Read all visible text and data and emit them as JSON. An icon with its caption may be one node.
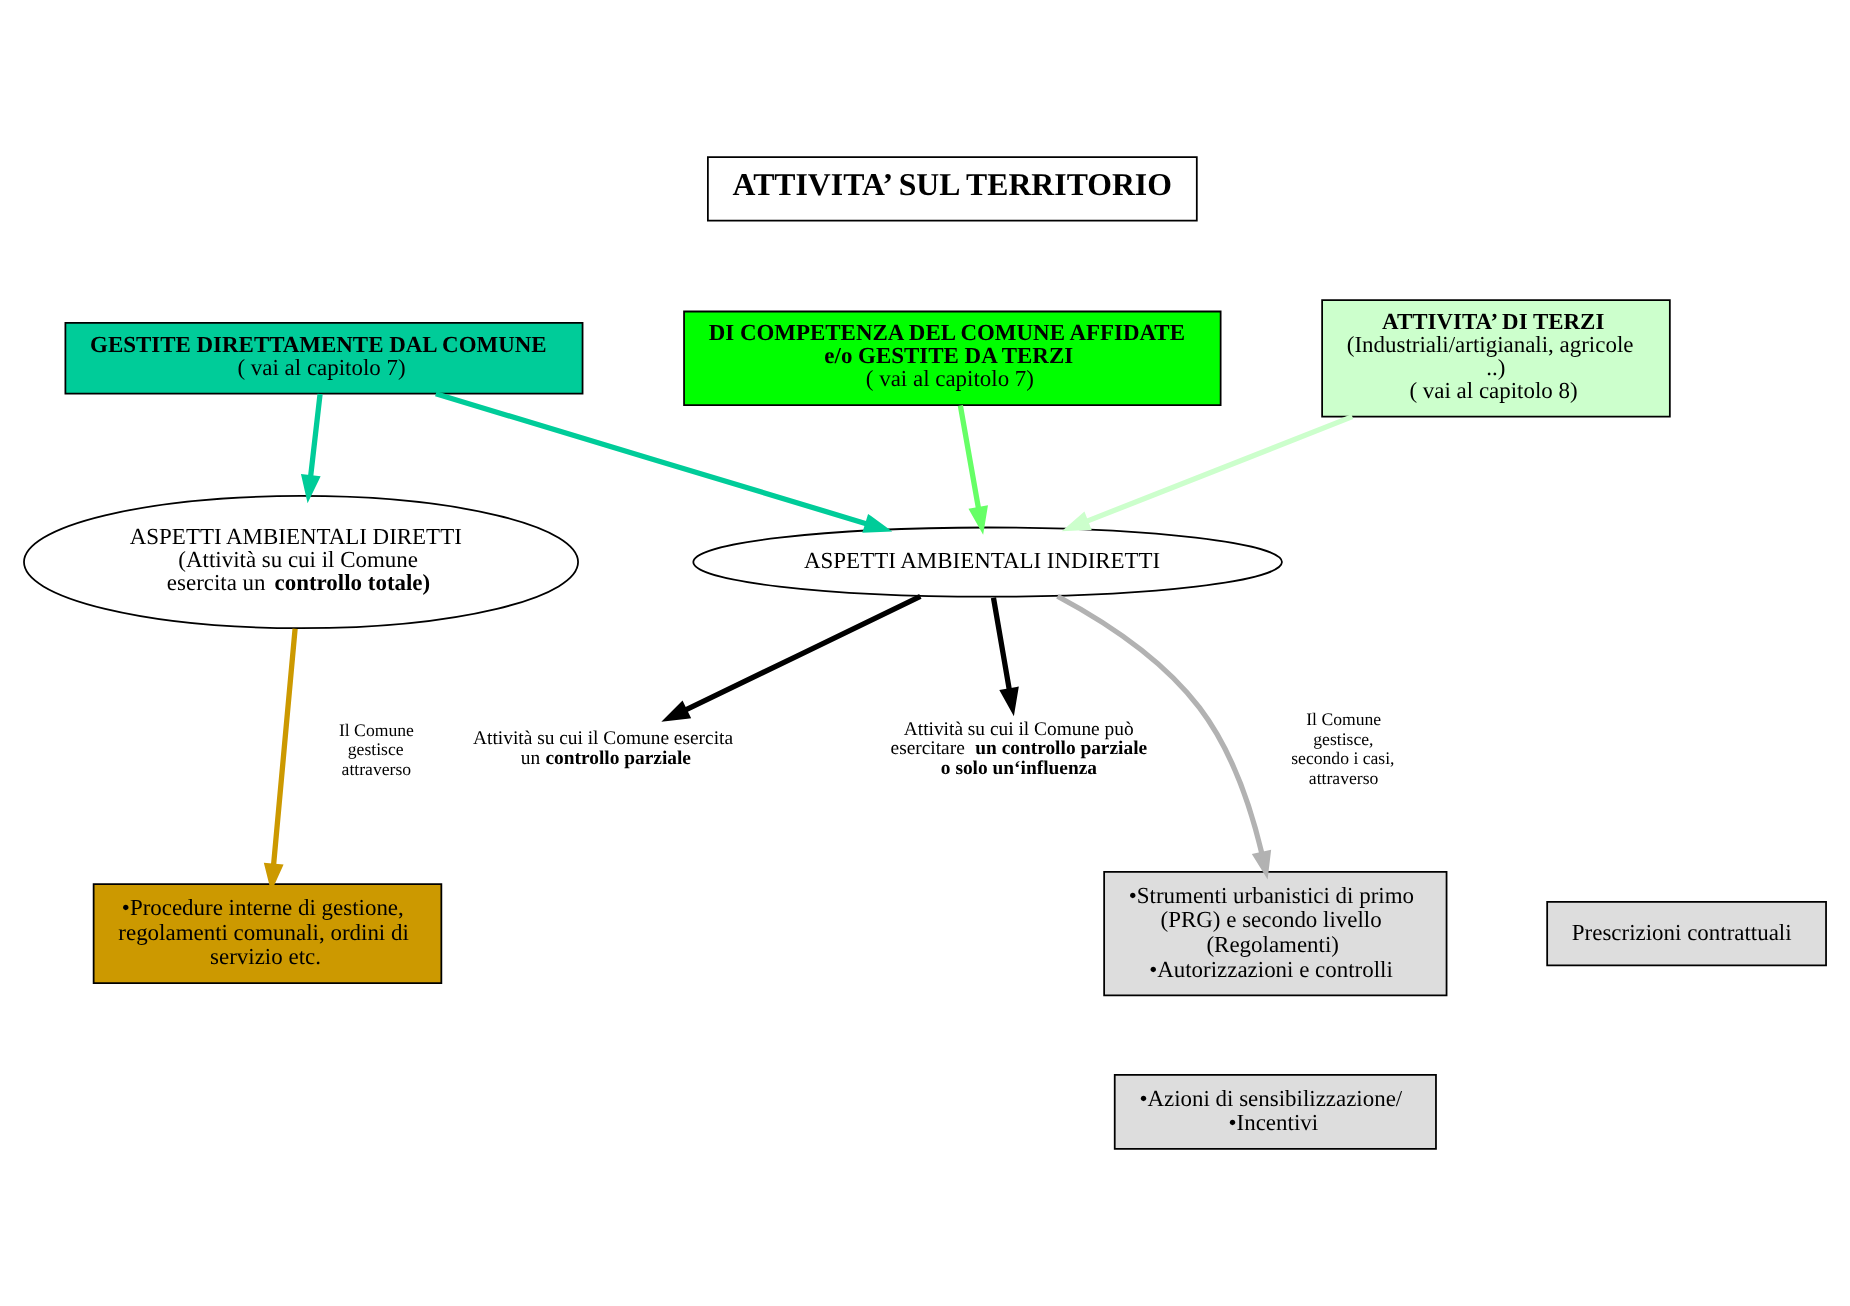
{
  "diagram": {
    "nodes": [
      {
        "text": [
          "ATTIVITA’ SUL TERRITORIO"
        ]
      },
      {
        "text": [
          "GESTITE DIRETTAMENTE DAL COMUNE",
          "( vai al capitolo 7)"
        ]
      },
      {
        "text": [
          "DI COMPETENZA DEL COMUNE AFFIDATE e/o GESTITE DA TERZI",
          "( vai al capitolo 7)"
        ]
      },
      {
        "text": [
          "ATTIVITA’ DI TERZI",
          "(Industriali/artigianali, agricole ..)",
          "( vai al capitolo 8)"
        ]
      },
      {
        "text": [
          "ASPETTI AMBIENTALI INDIRETTI"
        ]
      },
      {
        "text": [
          "Attività su cui il Comune esercita un **controllo parziale**"
        ]
      },
      {
        "text": [
          "Attività su cui il Comune può esercitare **un controllo parziale o solo un‘influenza**"
        ]
      },
      {
        "text": [
          "ASPETTI AMBIENTALI DIRETTI",
          "(Attività su cui il Comune esercita un **controllo totale)**"
        ]
      },
      {
        "text": [
          "•Procedure interne di gestione, regolamenti comunali, ordini di servizio etc."
        ]
      },
      {
        "text": [
          "•Strumenti urbanistici di primo (PRG) e secondo livello (Regolamenti)",
          "•Autorizzazioni e controlli"
        ]
      },
      {
        "text": [
          "Prescrizioni contrattuali"
        ]
      },
      {
        "text": [
          "•Azioni di sensibilizzazione/",
          "•Incentivi"
        ]
      }
    ],
    "edges": [
      {
        "from": 1,
        "to": 7,
        "arrow": "to",
        "color": "#00cc99"
      },
      {
        "from": 1,
        "to": 4,
        "arrow": "to",
        "color": "#00cc99"
      },
      {
        "from": 2,
        "to": 4,
        "arrow": "to",
        "color": "#66ff66"
      },
      {
        "from": 3,
        "to": 4,
        "arrow": "to",
        "color": "#ccffcc"
      },
      {
        "from": 4,
        "to": 5,
        "arrow": "to",
        "color": "#000000"
      },
      {
        "from": 4,
        "to": 6,
        "arrow": "to",
        "color": "#000000"
      },
      {
        "from": 7,
        "to": 8,
        "arrow": "to",
        "color": "#cc9900",
        "label": "Il Comune gestisce attraverso"
      },
      {
        "from": 4,
        "to": 9,
        "arrow": "to",
        "color": "#b2b2b2",
        "label": "Il Comune gestisce, secondo i casi, attraverso"
      }
    ]
  }
}
